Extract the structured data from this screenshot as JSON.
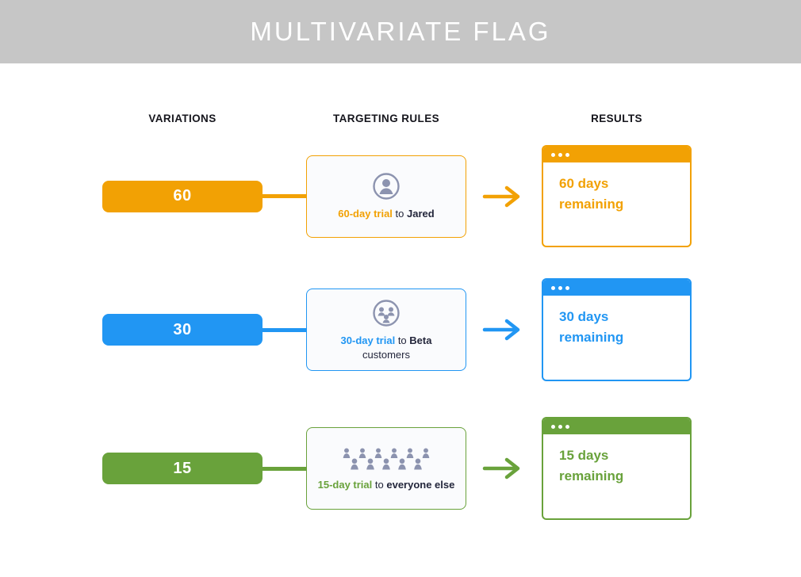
{
  "header": {
    "title": "MULTIVARIATE FLAG"
  },
  "columns": {
    "variations": "VARIATIONS",
    "targeting": "TARGETING RULES",
    "results": "RESULTS"
  },
  "icon_color": "#8c93af",
  "rows": [
    {
      "color": "#f2a104",
      "variation": "60",
      "icon": "user-circle-icon",
      "rule_highlight": "60-day trial",
      "rule_to": "to",
      "rule_bold": "Jared",
      "rule_tail": "",
      "result_line1": "60 days",
      "result_line2": "remaining"
    },
    {
      "color": "#2196f3",
      "variation": "30",
      "icon": "globe-users-icon",
      "rule_highlight": "30-day trial",
      "rule_to": "to",
      "rule_bold": "Beta",
      "rule_tail": "customers",
      "result_line1": "30 days",
      "result_line2": "remaining"
    },
    {
      "color": "#69a23b",
      "variation": "15",
      "icon": "crowd-icon",
      "rule_highlight": "15-day trial",
      "rule_to": "to",
      "rule_bold": "everyone else",
      "rule_tail": "",
      "result_line1": "15 days",
      "result_line2": "remaining"
    }
  ]
}
